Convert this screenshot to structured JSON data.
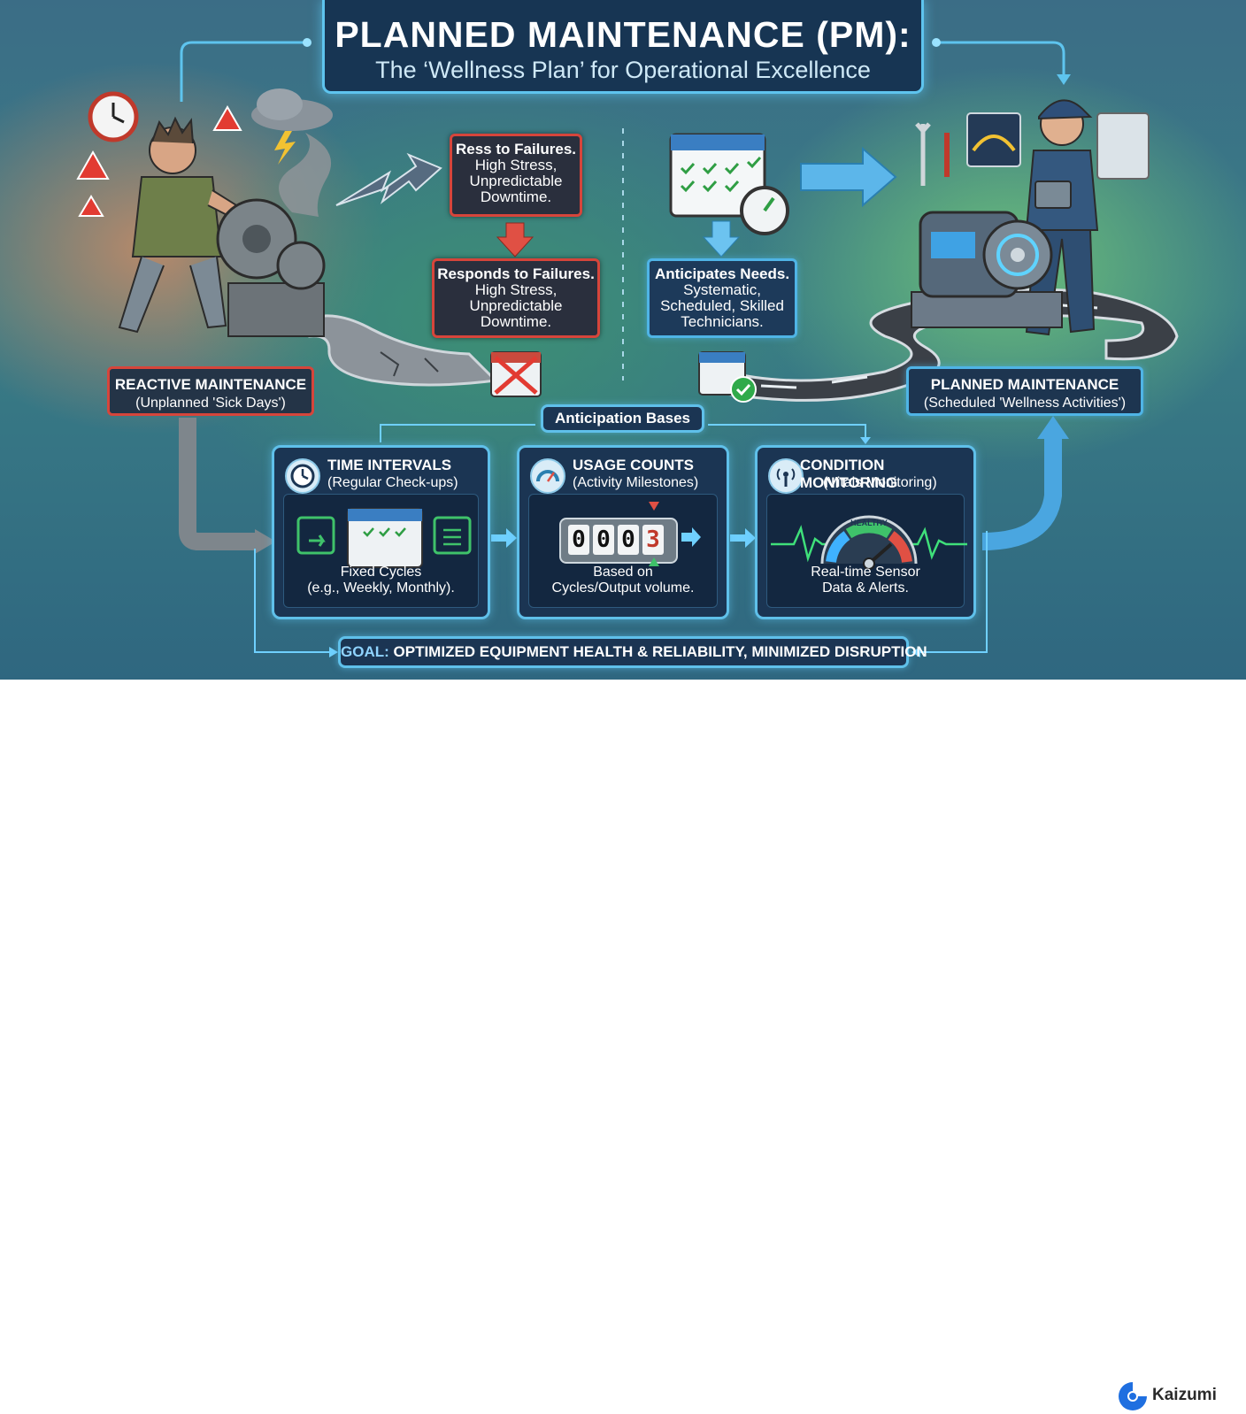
{
  "title": {
    "main": "PLANNED MAINTENANCE (PM):",
    "subtitle": "The ‘Wellness Plan’ for Operational Excellence"
  },
  "reactive": {
    "card_top": {
      "head": "Ress to Failures.",
      "line1": "High Stress,",
      "line2": "Unpredictable",
      "line3": "Downtime."
    },
    "card_bottom": {
      "head": "Responds to Failures.",
      "line1": "High Stress,",
      "line2": "Unpredictable",
      "line3": "Downtime."
    },
    "label_main": "REACTIVE MAINTENANCE",
    "label_sub": "(Unplanned 'Sick Days')"
  },
  "planned": {
    "card": {
      "head": "Anticipates Needs.",
      "line1": "Systematic,",
      "line2": "Scheduled, Skilled",
      "line3": "Technicians."
    },
    "label_main": "PLANNED MAINTENANCE",
    "label_sub": "(Scheduled 'Wellness Activities')"
  },
  "bases": {
    "title": "Anticipation Bases",
    "panels": [
      {
        "title": "TIME INTERVALS",
        "sub": "(Regular Check-ups)",
        "cap1": "Fixed Cycles",
        "cap2": "(e.g., Weekly, Monthly).",
        "icon": "clock-icon"
      },
      {
        "title": "USAGE COUNTS",
        "sub": "(Activity Milestones)",
        "cap1": "Based on",
        "cap2": "Cycles/Output volume.",
        "icon": "gauge-icon"
      },
      {
        "title": "CONDITION MONITORING",
        "sub": "(Vitals Monitoring)",
        "cap1": "Real-time Sensor",
        "cap2": "Data & Alerts.",
        "icon": "signal-icon"
      }
    ],
    "counter_digits": [
      "0",
      "0",
      "0",
      "3"
    ],
    "gauge_label": "HEALTHY"
  },
  "goal": {
    "keyword": "GOAL:",
    "text": "OPTIMIZED EQUIPMENT HEALTH & RELIABILITY, MINIMIZED DISRUPTION"
  },
  "brand": {
    "name": "Kaizumi"
  },
  "colors": {
    "reactive_accent": "#d6453b",
    "planned_accent": "#4fb4e6",
    "panel_bg": "#1b3553"
  }
}
